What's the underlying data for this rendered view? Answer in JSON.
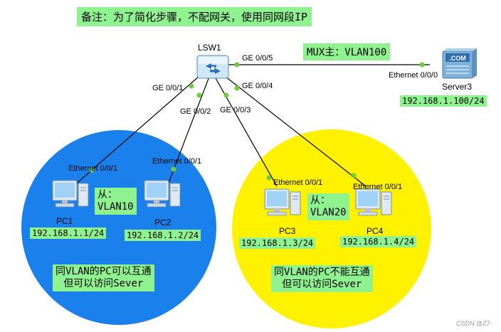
{
  "note": "备注：为了简化步骤，不配网关，使用同网段IP",
  "mux_note": "MUX主：VLAN100",
  "switch": {
    "name": "LSW1"
  },
  "ports": {
    "ge5": "GE 0/0/5",
    "ge1": "GE 0/0/1",
    "ge2": "GE 0/0/2",
    "ge3": "GE 0/0/3",
    "ge4": "GE 0/0/4"
  },
  "server": {
    "name": "Server3",
    "badge": ".COM",
    "eth": "Ethernet 0/0/0",
    "ip": "192.168.1.100/24"
  },
  "pcs": [
    {
      "name": "PC1",
      "eth": "Ethernet 0/0/1",
      "ip": "192.168.1.1/24"
    },
    {
      "name": "PC2",
      "eth": "Ethernet 0/0/1",
      "ip": "192.168.1.2/24"
    },
    {
      "name": "PC3",
      "eth": "Ethernet 0/0/1",
      "ip": "192.168.1.3/24"
    },
    {
      "name": "PC4",
      "eth": "Ethernet 0/0/1",
      "ip": "192.168.1.4/24"
    }
  ],
  "left_vlan": {
    "line1": "从：",
    "line2": "VLAN10"
  },
  "right_vlan": {
    "line1": "从：",
    "line2": "VLAN20"
  },
  "left_desc": {
    "line1": "同VLAN的PC可以互通",
    "line2": "但可以访问Sever"
  },
  "right_desc": {
    "line1": "同VLAN的PC不能互通",
    "line2": "但可以访问Sever"
  },
  "watermark": "CSDN @Z7-",
  "colors": {
    "left_circle": "#1a80ec",
    "right_circle": "#fff200",
    "label_bg": "#8ef28e",
    "port_dot": "#6ecb3c"
  }
}
